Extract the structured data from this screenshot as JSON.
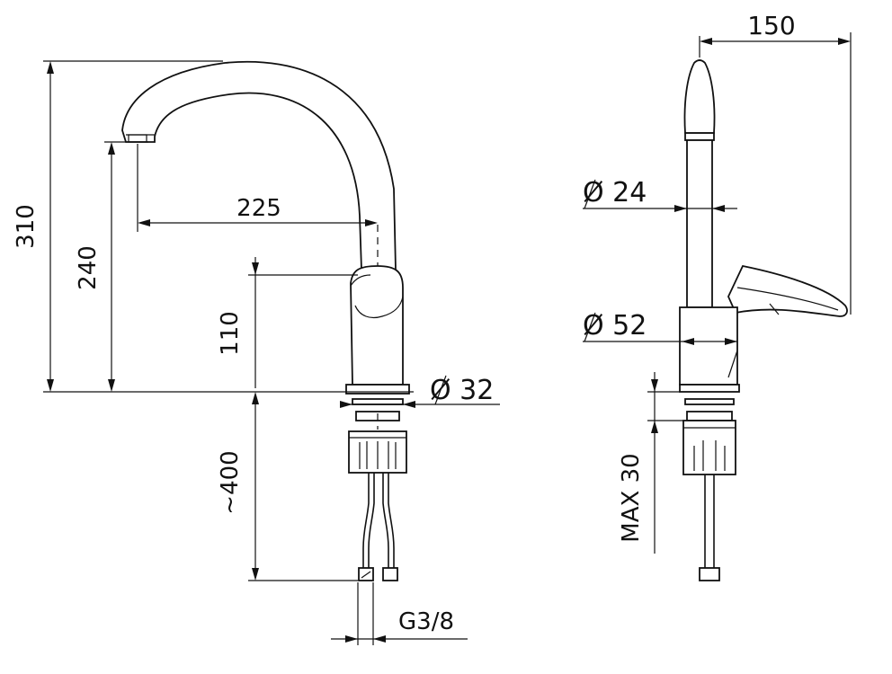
{
  "front_view": {
    "dims": {
      "total_height": "310",
      "outlet_height": "240",
      "spout_reach": "225",
      "body_height": "110",
      "base_diameter": "Ø 32",
      "hose_length": "~400",
      "connection_thread": "G3/8"
    }
  },
  "side_view": {
    "dims": {
      "handle_depth": "150",
      "spout_diameter": "Ø 24",
      "body_diameter": "Ø 52",
      "max_deck_thickness": "MAX 30"
    }
  }
}
